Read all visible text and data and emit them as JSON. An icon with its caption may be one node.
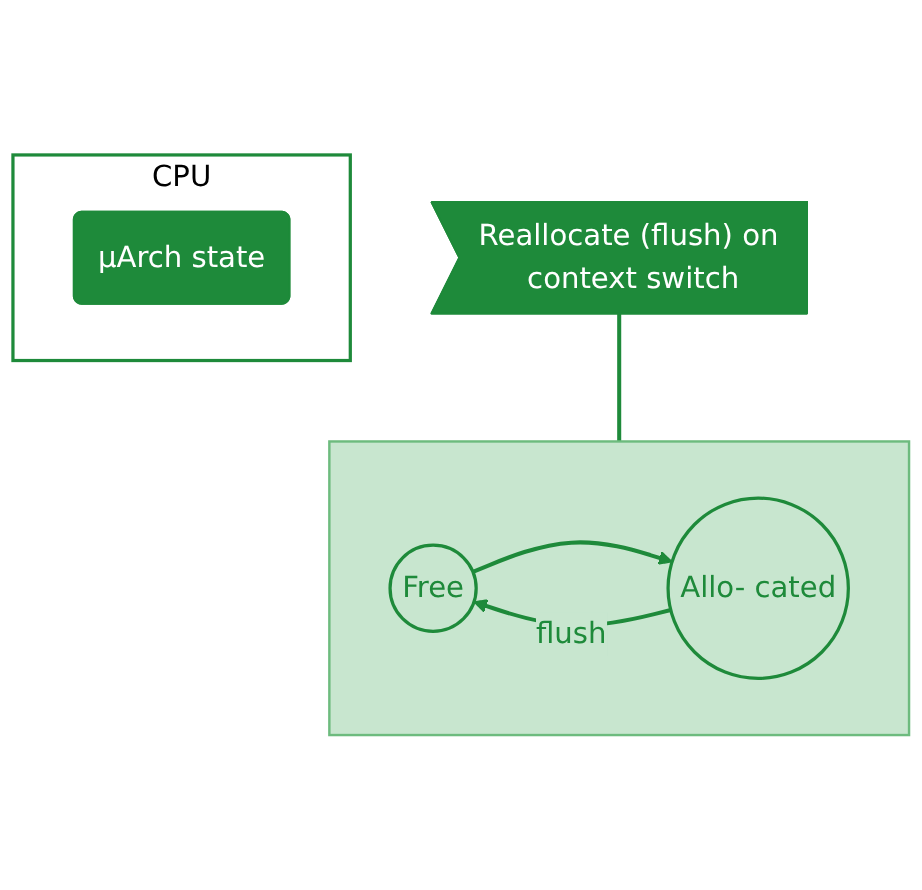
{
  "diagram": {
    "nodes": [
      {
        "text": [
          "CPU"
        ]
      },
      {
        "text": [
          "µArch state"
        ],
        "in": 0
      },
      {
        "text": [
          "Reallocate (flush) on context switch"
        ]
      },
      {
        "text": [],
        "shape": "box"
      },
      {
        "text": [
          "Free"
        ],
        "in": 3
      },
      {
        "text": [
          "Allo- cated"
        ],
        "in": 3
      }
    ],
    "edges": [
      {
        "from": 2,
        "to": 3,
        "arrow": "none"
      },
      {
        "from": 4,
        "to": 5,
        "arrow": "to"
      },
      {
        "from": 5,
        "to": 4,
        "label": "flush",
        "arrow": "to"
      }
    ]
  }
}
